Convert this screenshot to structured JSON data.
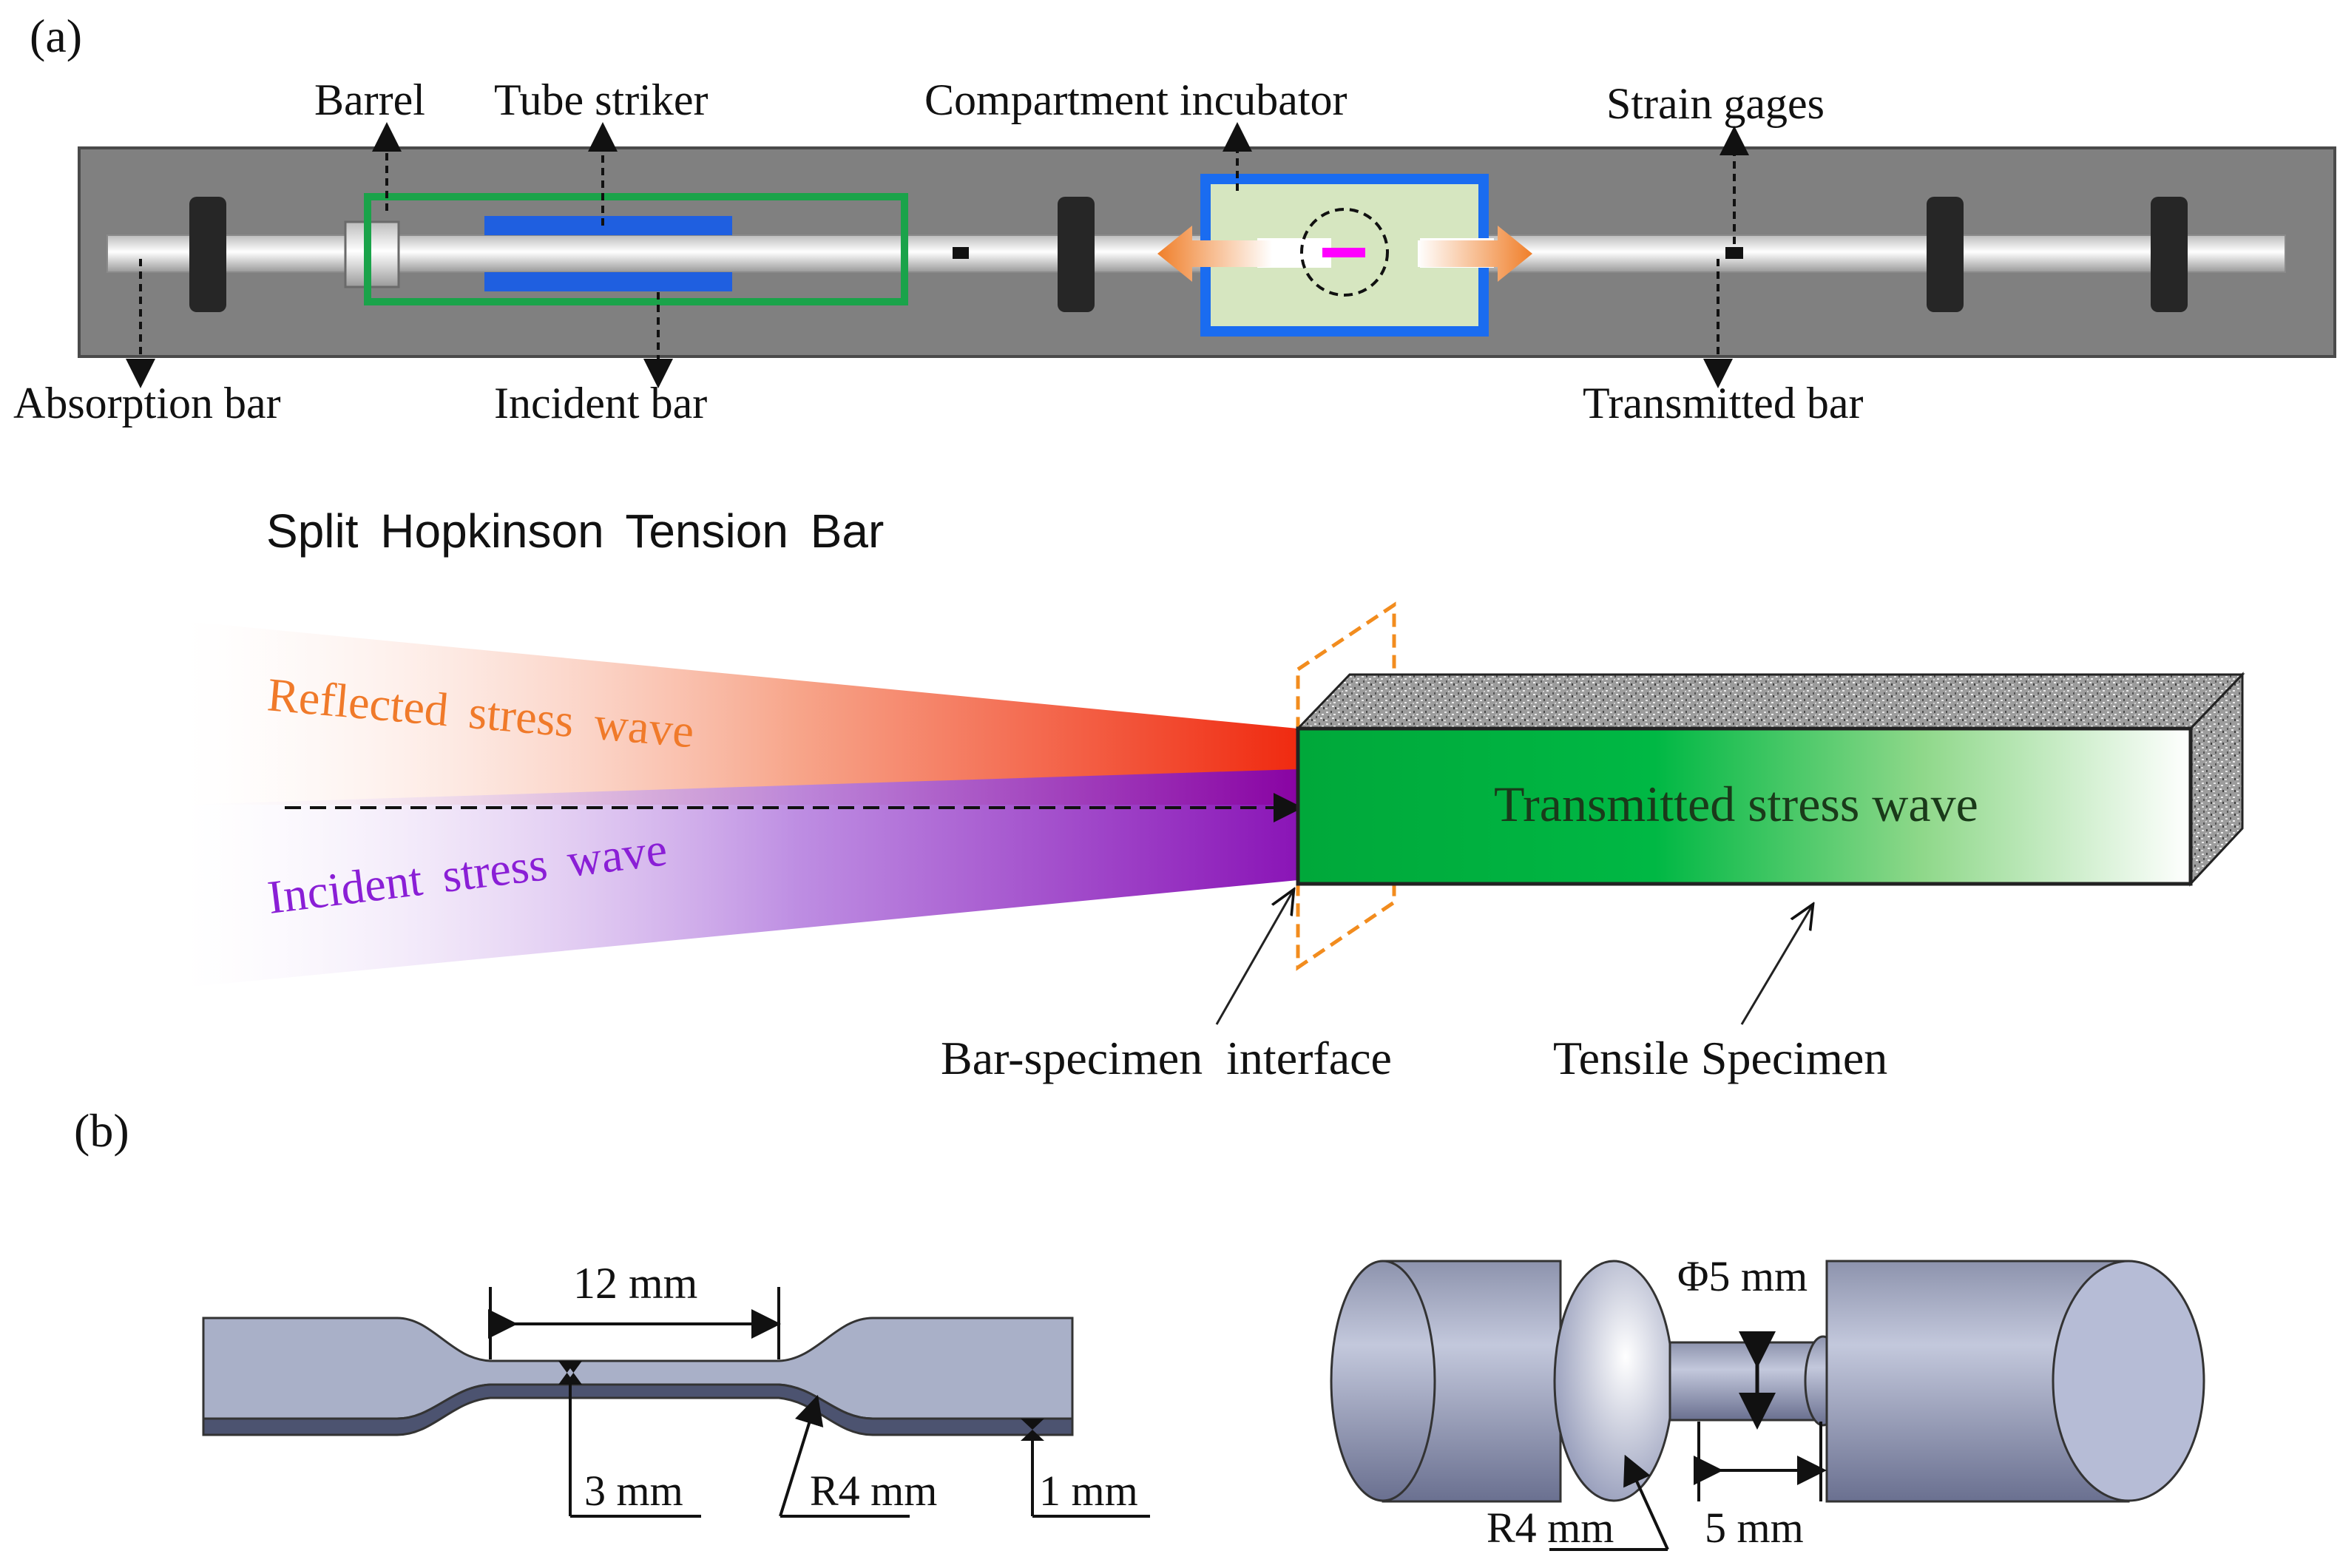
{
  "panel_a": {
    "tag": "(a)",
    "labels": {
      "barrel": "Barrel",
      "tube_striker": "Tube striker",
      "compartment_incubator": "Compartment incubator",
      "strain_gages": "Strain gages",
      "absorption_bar": "Absorption bar",
      "incident_bar": "Incident bar",
      "transmitted_bar": "Transmitted bar"
    },
    "title": "Split Hopkinson Tension Bar",
    "waves": {
      "reflected": "Reflected stress wave",
      "incident": "Incident stress wave",
      "transmitted": "Transmitted stress wave"
    },
    "interface_label": "Bar-specimen  interface",
    "specimen_label": "Tensile Specimen"
  },
  "panel_b": {
    "tag": "(b)",
    "flat_specimen": {
      "gauge_length": "12 mm",
      "width": "3 mm",
      "radius": "R4 mm",
      "thickness": "1 mm"
    },
    "round_specimen": {
      "diameter": "Φ5 mm",
      "radius": "R4 mm",
      "gauge_length": "5 mm"
    }
  },
  "colors": {
    "frame": "#808080",
    "bar": "#d9d9d9",
    "clamp": "#262626",
    "striker_frame": "#1aa34a",
    "striker": "#1f5fe0",
    "incubator_border": "#1a6cf0",
    "incubator_fill": "#d6e6c0",
    "specimen_pink": "#ff00ff",
    "arrow_orange": "#f07f2a",
    "reflected_text": "#f07a2a",
    "incident_text": "#8a1fd6",
    "transmitted_green": "#00b140",
    "specimen_face": "#a9b0c8"
  }
}
